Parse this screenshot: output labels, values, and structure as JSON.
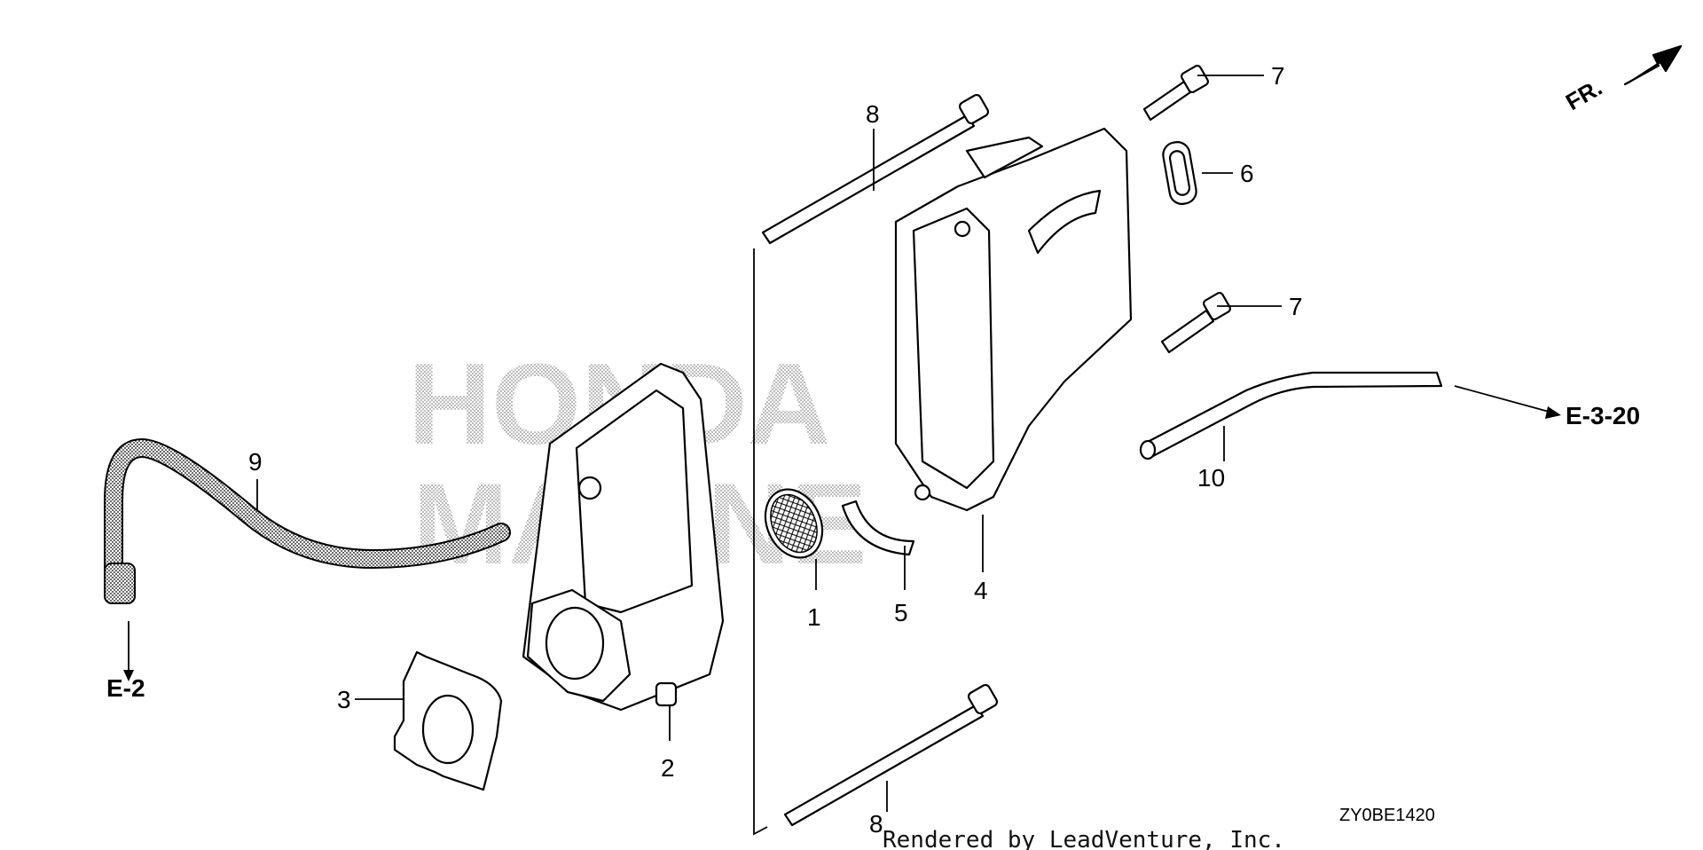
{
  "diagram_code": "ZY0BE1420",
  "credit": "Rendered by LeadVenture, Inc.",
  "direction_label": "FR.",
  "watermark": [
    "HONDA",
    "MARINE"
  ],
  "callouts": {
    "p1": "1",
    "p2": "2",
    "p3": "3",
    "p4": "4",
    "p5": "5",
    "p6": "6",
    "p7a": "7",
    "p7b": "7",
    "p8a": "8",
    "p8b": "8",
    "p9": "9",
    "p10": "10"
  },
  "references": {
    "left": "E-2",
    "right": "E-3-20"
  }
}
